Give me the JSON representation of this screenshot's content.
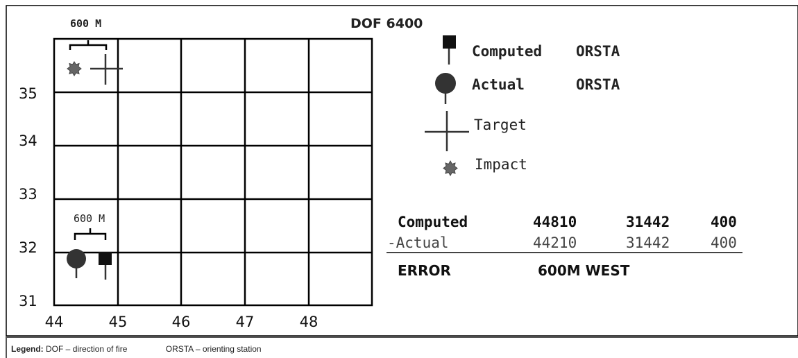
{
  "header": {
    "dof": "DOF 6400"
  },
  "grid": {
    "y_labels": [
      "35",
      "34",
      "33",
      "32",
      "31"
    ],
    "x_labels": [
      "44",
      "45",
      "46",
      "47",
      "48"
    ],
    "top_distance": "600 M",
    "bottom_distance": "600 M"
  },
  "key": {
    "computed_label": "Computed",
    "computed_orsta": "ORSTA",
    "actual_label": "Actual",
    "actual_orsta": "ORSTA",
    "target_label": "Target",
    "impact_label": "Impact"
  },
  "computation": {
    "computed_label": "Computed",
    "computed_values": [
      "44810",
      "31442",
      "400"
    ],
    "actual_label": "-Actual",
    "actual_values": [
      "44210",
      "31442",
      "400"
    ],
    "error_label": "ERROR",
    "error_value": "600M WEST"
  },
  "legend": {
    "title": "Legend:",
    "dof": "DOF – direction of fire",
    "orsta": "ORSTA – orienting station"
  },
  "colors": {
    "border": "#000000",
    "symbol": "#333333",
    "impact": "#666666"
  }
}
